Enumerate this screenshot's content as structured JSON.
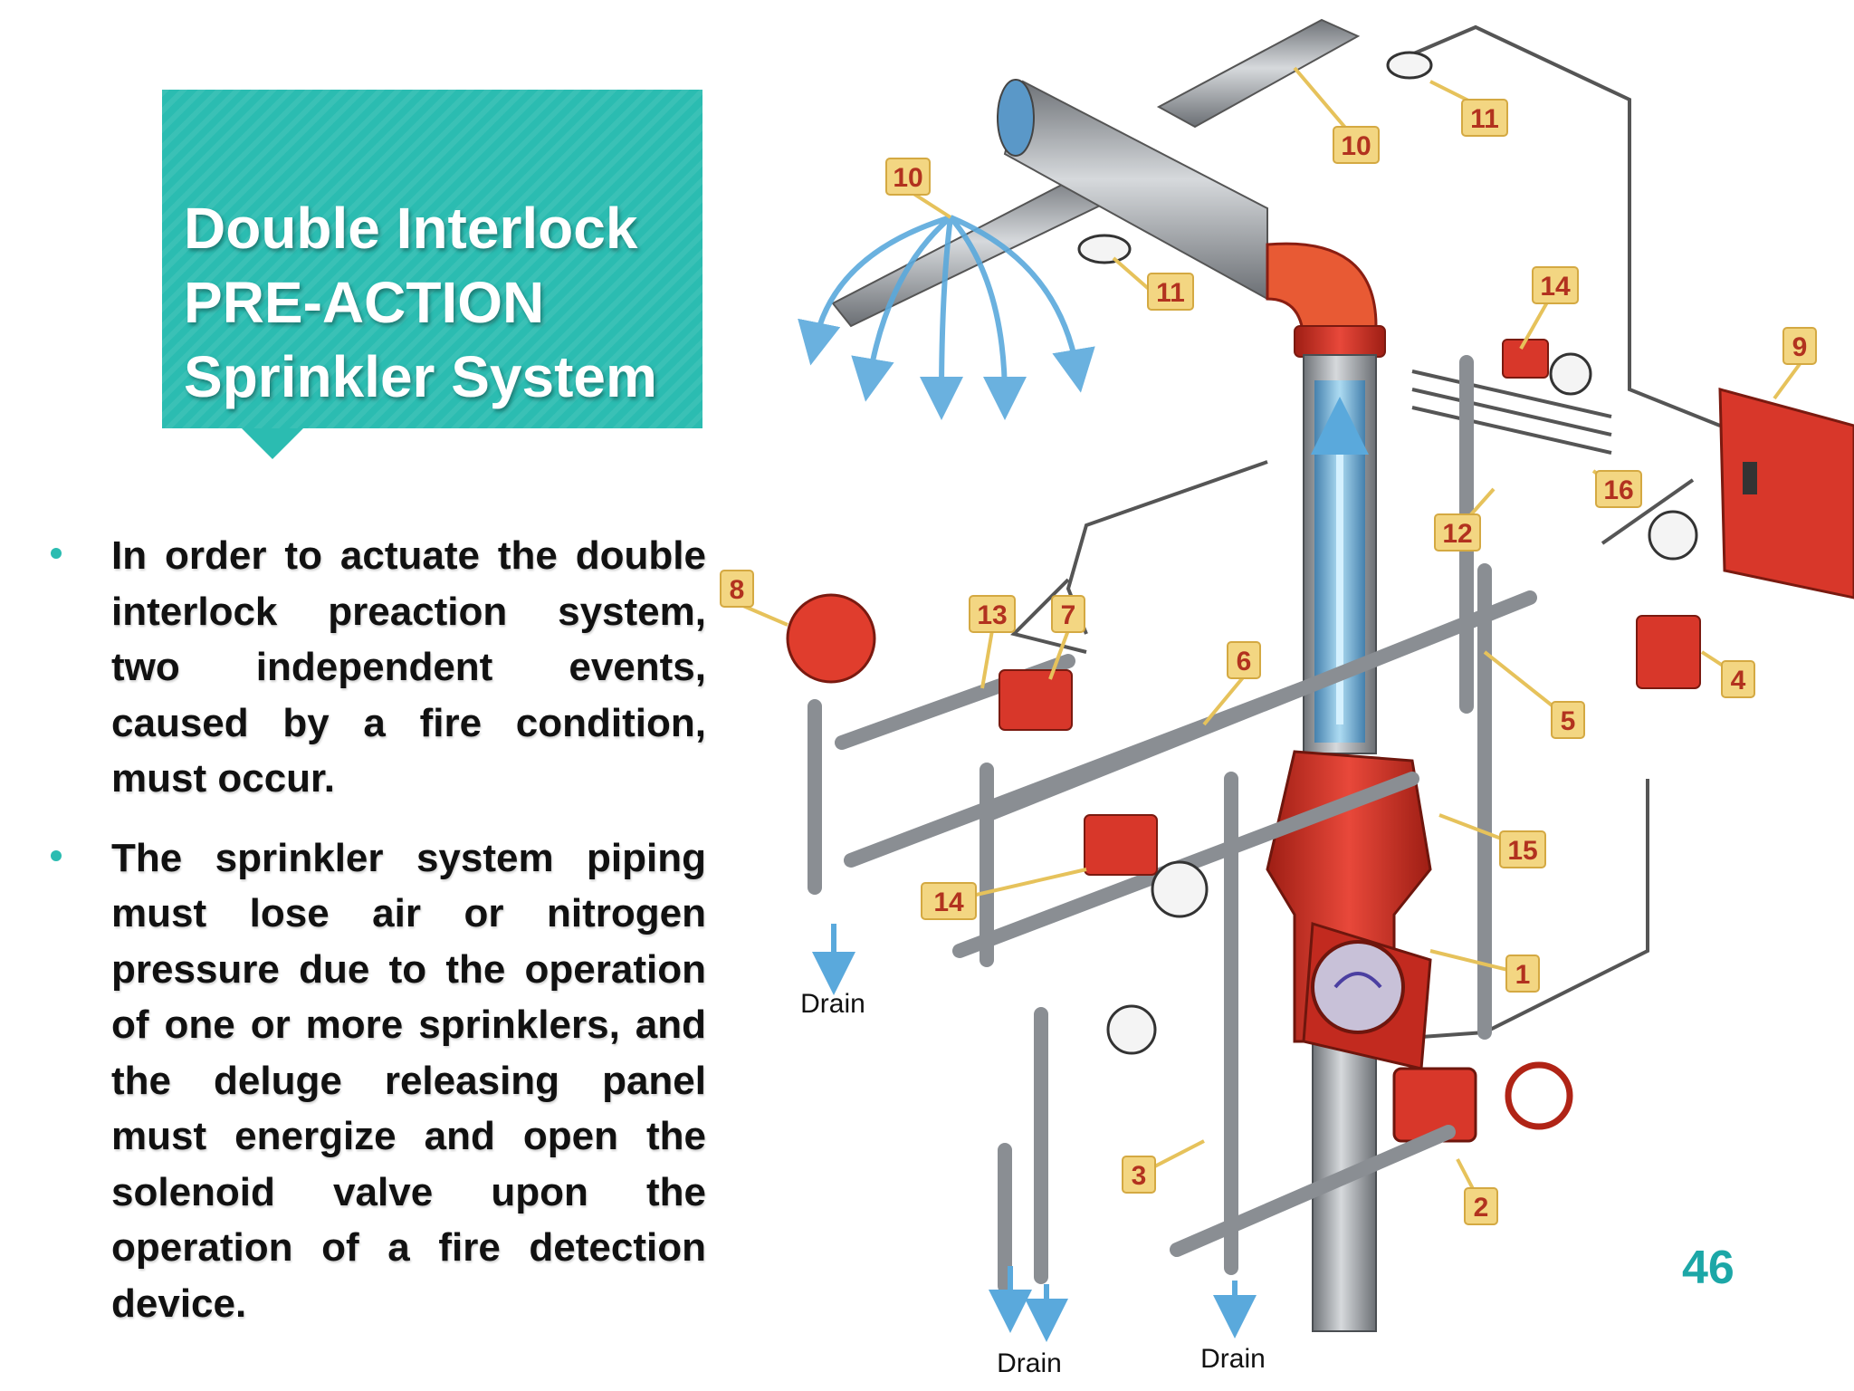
{
  "slide": {
    "title_lines": [
      "Double Interlock",
      "PRE-ACTION",
      "Sprinkler System"
    ],
    "bullets": [
      "In order to actuate the double interlock preaction system, two independent events, caused by a fire condition, must occur.",
      "The sprinkler system piping must lose air or nitrogen pressure due to the operation of one or more sprinklers, and the deluge releasing panel must energize and open the solenoid valve upon the operation of a fire detection device."
    ],
    "page_number": "46",
    "accent_color": "#2bbcb1"
  },
  "diagram": {
    "callouts": {
      "c10a": "10",
      "c10b": "10",
      "c11a": "11",
      "c11b": "11",
      "c14a": "14",
      "c14b": "14",
      "c9": "9",
      "c16": "16",
      "c12": "12",
      "c8": "8",
      "c13": "13",
      "c7": "7",
      "c6": "6",
      "c4": "4",
      "c5": "5",
      "c15": "15",
      "c1": "1",
      "c3": "3",
      "c2": "2"
    },
    "drains": {
      "d1": "Drain",
      "d2": "Drain",
      "d3": "Drain"
    },
    "colors": {
      "pipe": "#9a9ea3",
      "valve": "#d8372a",
      "water": "#7fc4e8",
      "callout": "#f3d682"
    }
  }
}
